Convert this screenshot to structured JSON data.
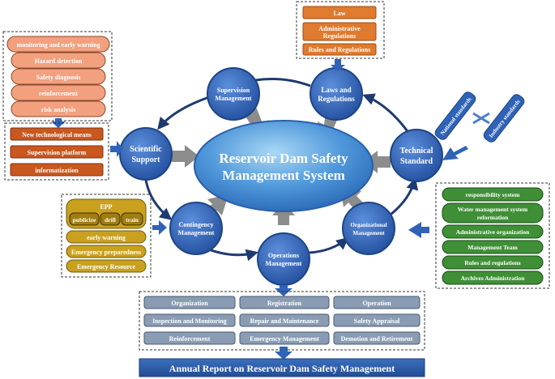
{
  "center": {
    "line1": "Reservoir Dam Safety",
    "line2": "Management System"
  },
  "nodes": {
    "supervision": {
      "line1": "Supervision",
      "line2": "Management"
    },
    "laws": {
      "line1": "Laws and",
      "line2": "Regulations"
    },
    "technical": {
      "line1": "Technical",
      "line2": "Standard"
    },
    "scientific": {
      "line1": "Scientific",
      "line2": "Support"
    },
    "contingency": {
      "line1": "Contingency",
      "line2": "Management"
    },
    "operations": {
      "line1": "Operations",
      "line2": "Management"
    },
    "organizational": {
      "line1": "Organizational",
      "line2": "Management"
    }
  },
  "law_box": {
    "items": [
      "Law",
      "Administrative",
      "Regulations",
      "Rules and Regulations"
    ]
  },
  "standards": {
    "national": "National standards",
    "industry": "Industry standards"
  },
  "risk_pills": [
    "monitoring and early warning",
    "Hazard detection",
    "Safety diagnosis",
    "reinforcement",
    "risk analysis"
  ],
  "tech_box": [
    "New technological means",
    "Supervision platform",
    "informatization"
  ],
  "epp": {
    "title": "EPP",
    "items": [
      "publicize",
      "drill",
      "train"
    ]
  },
  "emergency_pills": [
    "early warning",
    "Emergency preparedness",
    "Emergency Resource"
  ],
  "org_pills": [
    "responsibility system",
    "Water management system",
    "reformation",
    "Administrative organization",
    "Management Team",
    "Rules and regulations",
    "Archives Administration"
  ],
  "ops_grid": [
    "Organization",
    "Registration",
    "Operation",
    "Inspection and Monitoring",
    "Repair and Maintenance",
    "Safety Appraisal",
    "Reinforcement",
    "Emergency Management",
    "Demotion and Retirement"
  ],
  "annual_report": "Annual Report on Reservoir Dam Safety Management",
  "colors": {
    "node_blue": "#2f63b8",
    "center_blue": "#4a90d6",
    "law_orange": "#e07a2e",
    "risk_salmon": "#f2a07e",
    "tech_orange": "#c9571e",
    "epp_gold": "#c9a11f",
    "org_green": "#3f8f36",
    "ops_gray": "#8a9cb4",
    "report_blue": "#2d5ea8"
  }
}
